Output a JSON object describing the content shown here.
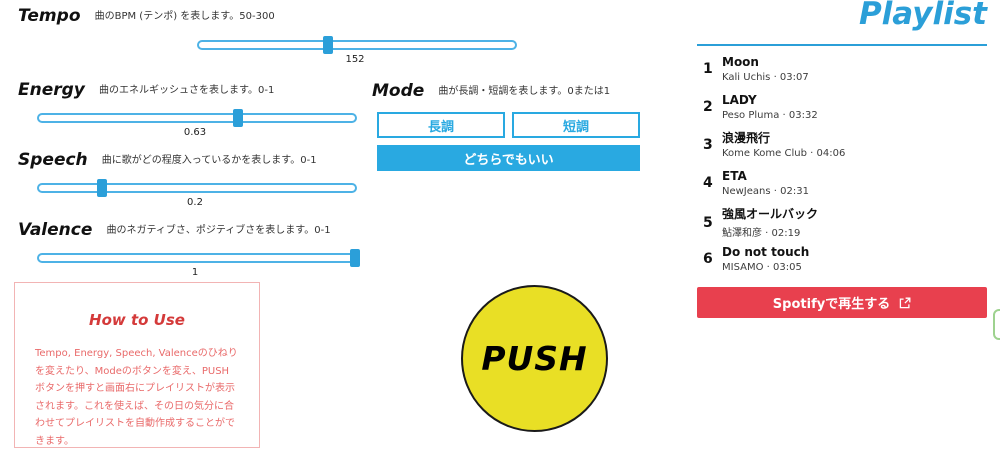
{
  "sliders": [
    {
      "name": "Tempo",
      "desc": "曲のBPM (テンポ) を表します。50-300",
      "value": "152",
      "handle_left": "40.8%"
    },
    {
      "name": "Energy",
      "desc": "曲のエネルギッシュさを表します。0-1",
      "value": "0.63",
      "handle_left": "63%"
    },
    {
      "name": "Speech",
      "desc": "曲に歌がどの程度入っているかを表します。0-1",
      "value": "0.2",
      "handle_left": "20%"
    },
    {
      "name": "Valence",
      "desc": "曲のネガティブさ、ポジティブさを表します。0-1",
      "value": "1",
      "handle_left": "100%"
    }
  ],
  "mode": {
    "title": "Mode",
    "desc": "曲が長調・短調を表します。0または1",
    "major_label": "長調",
    "minor_label": "短調",
    "either_label": "どちらでもいい"
  },
  "push_label": "PUSH",
  "how_to_use": {
    "title": "How to Use",
    "body": "Tempo, Energy, Speech, Valenceのひねりを変えたり、Modeのボタンを変え、PUSHボタンを押すと画面右にプレイリストが表示されます。これを使えば、その日の気分に合わせてプレイリストを自動作成することができます。"
  },
  "playlist": {
    "title": "Playlist",
    "tracks": [
      {
        "num": "1",
        "title": "Moon",
        "meta": "Kali Uchis · 03:07"
      },
      {
        "num": "2",
        "title": "LADY",
        "meta": "Peso Pluma · 03:32"
      },
      {
        "num": "3",
        "title": "浪漫飛行",
        "meta": "Kome Kome Club · 04:06"
      },
      {
        "num": "4",
        "title": "ETA",
        "meta": "NewJeans · 02:31"
      },
      {
        "num": "5",
        "title": "強風オールバック",
        "meta": "鮎澤和彦 · 02:19"
      },
      {
        "num": "6",
        "title": "Do not touch",
        "meta": "MISAMO · 03:05"
      }
    ],
    "spotify_label": "Spotifyで再生する"
  },
  "colors": {
    "accent_blue": "#29a9e1",
    "playlist_blue": "#2b9fd8",
    "spotify_red": "#e8404e",
    "howto_red": "#e96a6a",
    "push_yellow": "#e9df25"
  }
}
